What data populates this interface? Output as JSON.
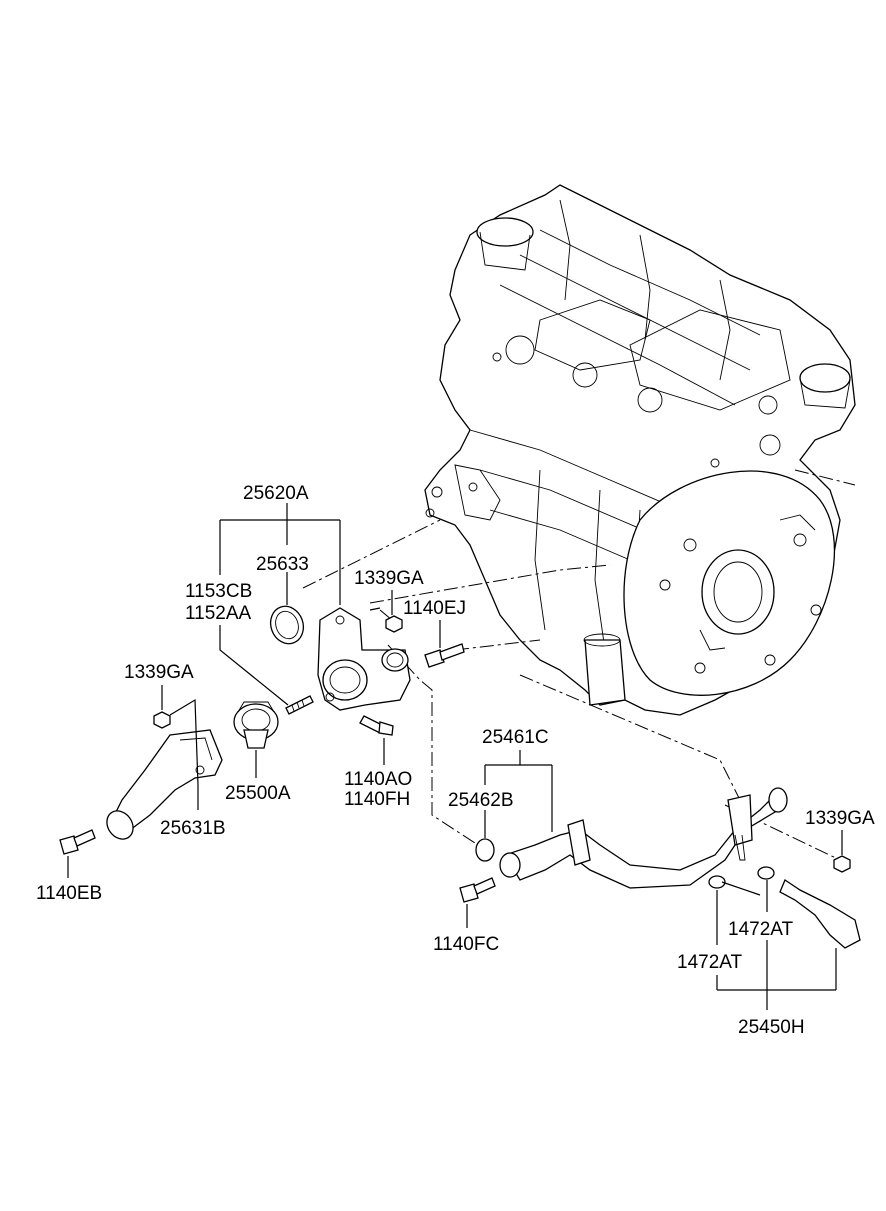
{
  "labels": {
    "p25620A": "25620A",
    "p25633": "25633",
    "p1153CB": "1153CB",
    "p1152AA": "1152AA",
    "p1339GA_top": "1339GA",
    "p1140EJ": "1140EJ",
    "p1339GA_left": "1339GA",
    "p25500A": "25500A",
    "p1140AO": "1140AO",
    "p1140FH": "1140FH",
    "p25631B": "25631B",
    "p1140EB": "1140EB",
    "p25461C": "25461C",
    "p25462B": "25462B",
    "p1140FC": "1140FC",
    "p1339GA_right": "1339GA",
    "p1472AT_right": "1472AT",
    "p1472AT_left": "1472AT",
    "p25450H": "25450H"
  },
  "colors": {
    "line": "#000000",
    "background": "#ffffff"
  }
}
